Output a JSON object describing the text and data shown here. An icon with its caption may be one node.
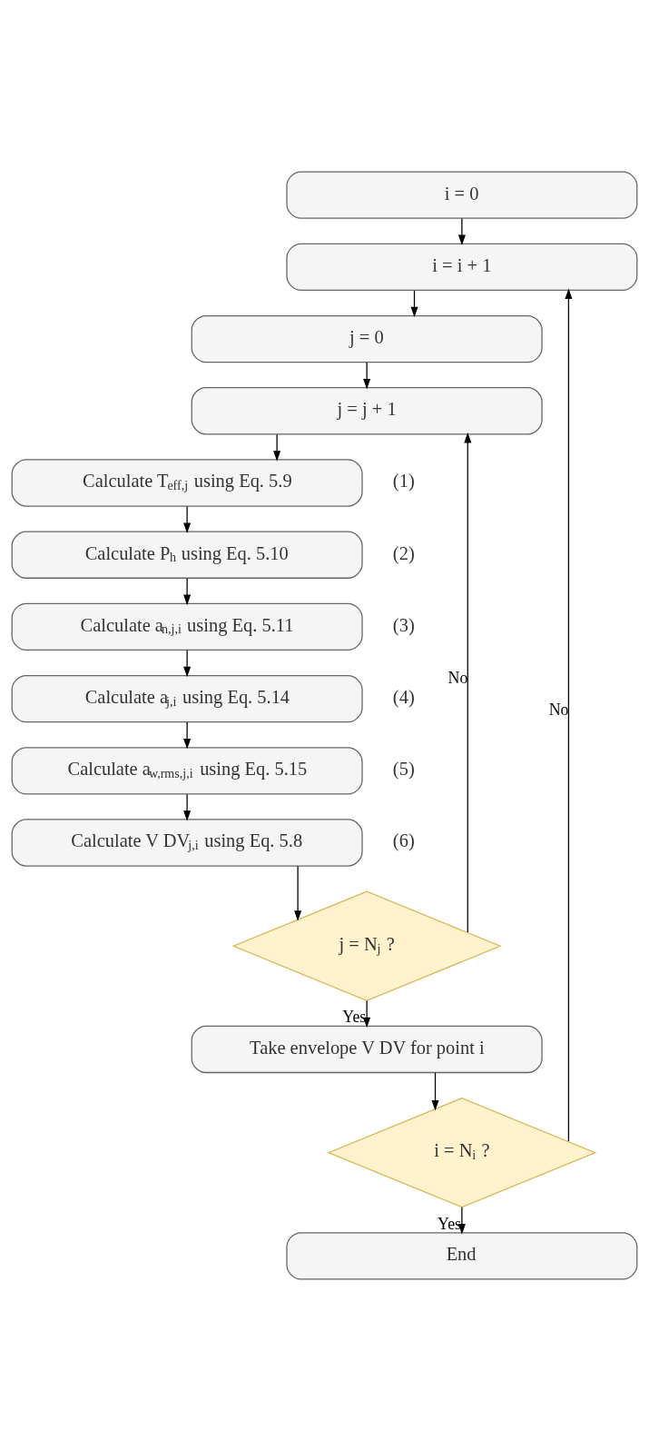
{
  "diagram": {
    "nodes": [
      {
        "text": [
          "i = 0"
        ]
      },
      {
        "text": [
          "i = i + 1"
        ]
      },
      {
        "text": [
          "j = 0"
        ]
      },
      {
        "text": [
          "j = j + 1"
        ]
      },
      {
        "text": [
          "Calculate T$_{eff,j}$ using Eq. 5.9"
        ],
        "beside": [
          "(1)"
        ]
      },
      {
        "text": [
          "Calculate P$_{h}$ using Eq. 5.10"
        ],
        "beside": [
          "(2)"
        ]
      },
      {
        "text": [
          "Calculate a$_{n,j,i}$ using Eq. 5.11"
        ],
        "beside": [
          "(3)"
        ]
      },
      {
        "text": [
          "Calculate a$_{j,i}$ using Eq. 5.14"
        ],
        "beside": [
          "(4)"
        ]
      },
      {
        "text": [
          "Calculate a$_{w,rms,j,i}$ using Eq. 5.15"
        ],
        "beside": [
          "(5)"
        ]
      },
      {
        "text": [
          "Calculate V DV$_{j,i}$ using Eq. 5.8"
        ],
        "beside": [
          "(6)"
        ]
      },
      {
        "text": [
          "j = N$_{j}$ ?"
        ]
      },
      {
        "text": [
          "Take envelope V DV for point i"
        ]
      },
      {
        "text": [
          "i = N$_{i}$ ?"
        ]
      },
      {
        "text": [
          "End"
        ]
      }
    ],
    "edges": [
      {
        "from": 0,
        "to": 1,
        "arrow": "to"
      },
      {
        "from": 1,
        "to": 2,
        "arrow": "to"
      },
      {
        "from": 2,
        "to": 3,
        "arrow": "to"
      },
      {
        "from": 3,
        "to": 4,
        "arrow": "to"
      },
      {
        "from": 4,
        "to": 5,
        "arrow": "to"
      },
      {
        "from": 5,
        "to": 6,
        "arrow": "to"
      },
      {
        "from": 6,
        "to": 7,
        "arrow": "to"
      },
      {
        "from": 7,
        "to": 8,
        "arrow": "to"
      },
      {
        "from": 8,
        "to": 9,
        "arrow": "to"
      },
      {
        "from": 9,
        "to": 10,
        "arrow": "to"
      },
      {
        "from": 10,
        "to": 3,
        "arrow": "to",
        "label": "No"
      },
      {
        "from": 10,
        "to": 11,
        "arrow": "to",
        "label": "Yes"
      },
      {
        "from": 11,
        "to": 12,
        "arrow": "to"
      },
      {
        "from": 12,
        "to": 1,
        "arrow": "to",
        "label": "No"
      },
      {
        "from": 12,
        "to": 13,
        "arrow": "to",
        "label": "Yes"
      }
    ]
  }
}
